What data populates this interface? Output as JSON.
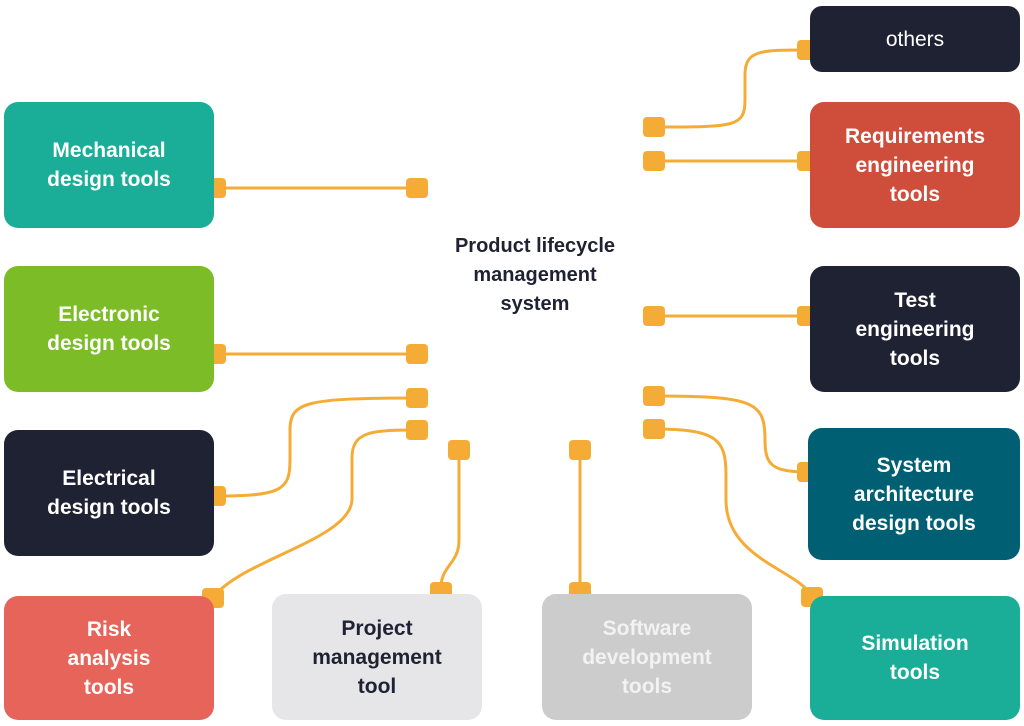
{
  "center": {
    "label": "Product lifecycle\nmanagement\nsystem"
  },
  "colors": {
    "connector": "#f5ac37",
    "center_text": "#1f2232"
  },
  "nodes": {
    "others": {
      "label": "others",
      "color": "#1f2232",
      "text_color": "#ffffff"
    },
    "requirements": {
      "label": "Requirements\nengineering\ntools",
      "color": "#cf4d3b",
      "text_color": "#ffffff"
    },
    "mechanical": {
      "label": "Mechanical\ndesign tools",
      "color": "#1aae98",
      "text_color": "#ffffff"
    },
    "electronic": {
      "label": "Electronic\ndesign tools",
      "color": "#7cbc27",
      "text_color": "#ffffff"
    },
    "test": {
      "label": "Test\nengineering\ntools",
      "color": "#1f2232",
      "text_color": "#ffffff"
    },
    "electrical": {
      "label": "Electrical\ndesign tools",
      "color": "#1f2232",
      "text_color": "#ffffff"
    },
    "system_architecture": {
      "label": "System\narchitecture\ndesign tools",
      "color": "#005f73",
      "text_color": "#ffffff"
    },
    "risk": {
      "label": "Risk\nanalysis\ntools",
      "color": "#e6645a",
      "text_color": "#ffffff"
    },
    "project": {
      "label": "Project\nmanagement\ntool",
      "color": "#e6e6e8",
      "text_color": "#1f2232"
    },
    "software": {
      "label": "Software\ndevelopment\ntools",
      "color": "#cccccc",
      "text_color": "#f2f2f2"
    },
    "simulation": {
      "label": "Simulation\ntools",
      "color": "#1aae98",
      "text_color": "#ffffff"
    }
  }
}
